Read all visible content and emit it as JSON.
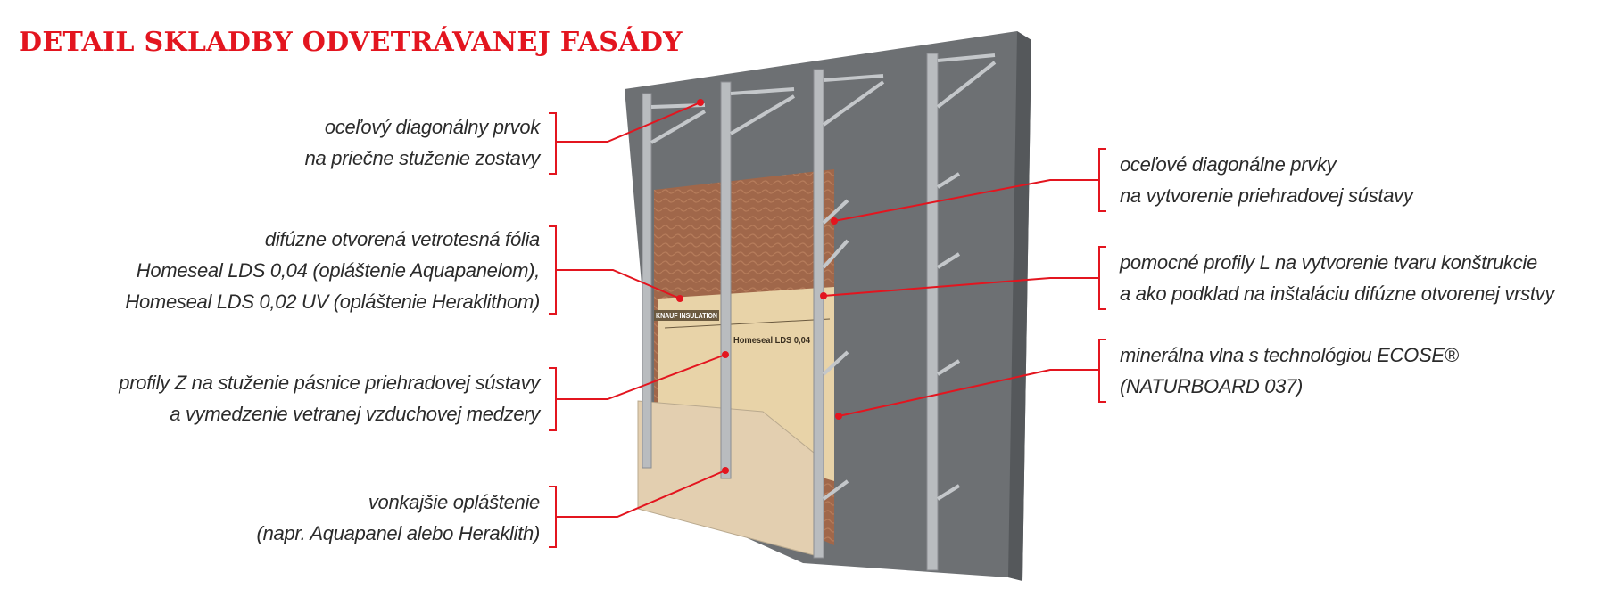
{
  "title": "DETAIL SKLADBY ODVETRÁVANEJ FASÁDY",
  "colors": {
    "accent": "#e3151f",
    "concrete": "#6d7073",
    "insulation": "#a0674a",
    "foil": "#e8d3a8",
    "cladding": "#e3cfb0",
    "profile": "#b9bcbf"
  },
  "foil_print": {
    "brand": "KNAUF INSULATION",
    "product": "Homeseal LDS 0,04"
  },
  "labels_left": [
    {
      "lines": [
        "oceľový diagonálny prvok",
        "na priečne stuženie zostavy"
      ]
    },
    {
      "lines": [
        "difúzne otvorená vetrotesná fólia",
        "Homeseal LDS 0,04 (opláštenie Aquapanelom),",
        "Homeseal LDS 0,02 UV (opláštenie Heraklithom)"
      ]
    },
    {
      "lines": [
        "profily Z na stuženie pásnice priehradovej sústavy",
        "a vymedzenie vetranej vzduchovej medzery"
      ]
    },
    {
      "lines": [
        "vonkajšie opláštenie",
        "(napr. Aquapanel alebo Heraklith)"
      ]
    }
  ],
  "labels_right": [
    {
      "lines": [
        "oceľové diagonálne prvky",
        "na vytvorenie priehradovej sústavy"
      ]
    },
    {
      "lines": [
        "pomocné profily L na vytvorenie tvaru konštrukcie",
        "a ako podklad na inštaláciu difúzne otvorenej vrstvy"
      ]
    },
    {
      "lines": [
        "minerálna vlna s technológiou ECOSE®",
        "(NATURBOARD 037)"
      ]
    }
  ]
}
